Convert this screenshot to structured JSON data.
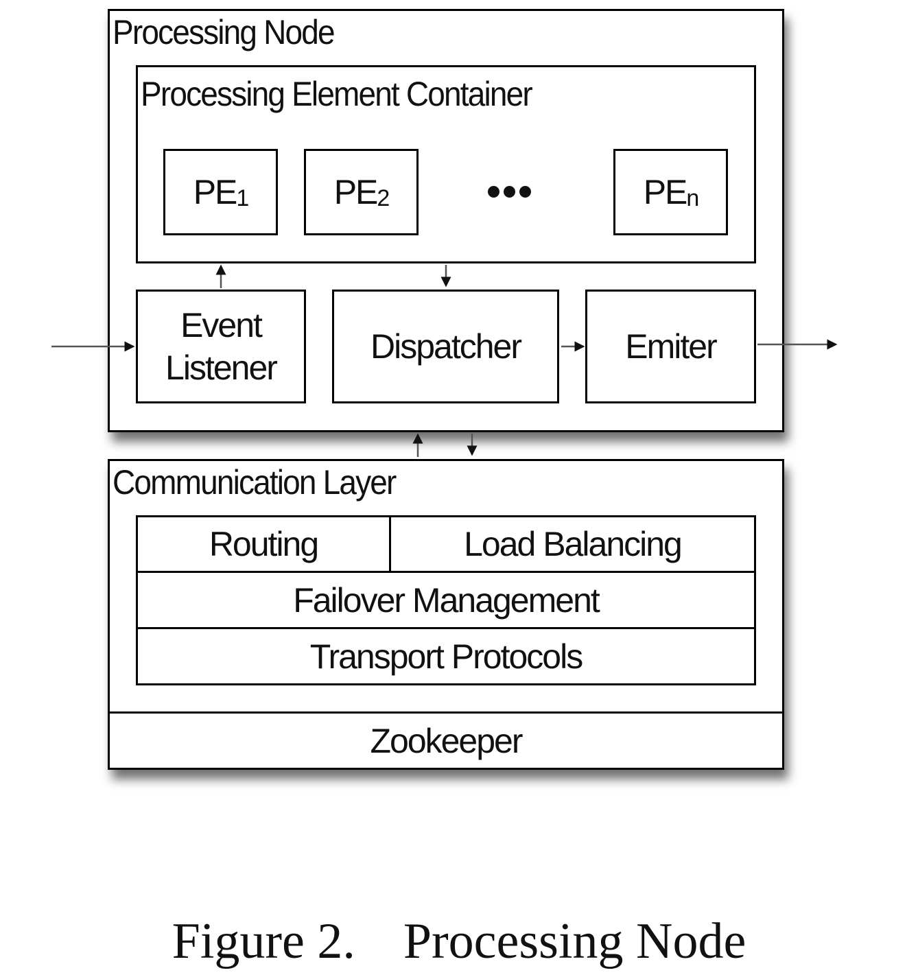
{
  "diagram": {
    "processing_node": {
      "title": "Processing Node",
      "pe_container": {
        "title": "Processing Element Container",
        "elements": [
          {
            "base": "PE",
            "sub": "1"
          },
          {
            "base": "PE",
            "sub": "2"
          },
          {
            "base": "PE",
            "sub": "n"
          }
        ],
        "ellipsis": "•••"
      },
      "event_listener": {
        "line1": "Event",
        "line2": "Listener"
      },
      "dispatcher": "Dispatcher",
      "emitter": "Emiter"
    },
    "communication_layer": {
      "title": "Communication Layer",
      "routing": "Routing",
      "load_balancing": "Load Balancing",
      "failover": "Failover Management",
      "transport": "Transport Protocols"
    },
    "zookeeper": "Zookeeper",
    "connections": [
      {
        "from": "external-input",
        "to": "event-listener"
      },
      {
        "from": "event-listener",
        "to": "pe-container"
      },
      {
        "from": "pe-container",
        "to": "dispatcher"
      },
      {
        "from": "dispatcher",
        "to": "emitter"
      },
      {
        "from": "emitter",
        "to": "external-output"
      },
      {
        "from": "communication-layer",
        "to": "processing-node"
      },
      {
        "from": "processing-node",
        "to": "communication-layer"
      }
    ]
  },
  "caption": {
    "label": "Figure 2.",
    "text": "Processing Node"
  }
}
